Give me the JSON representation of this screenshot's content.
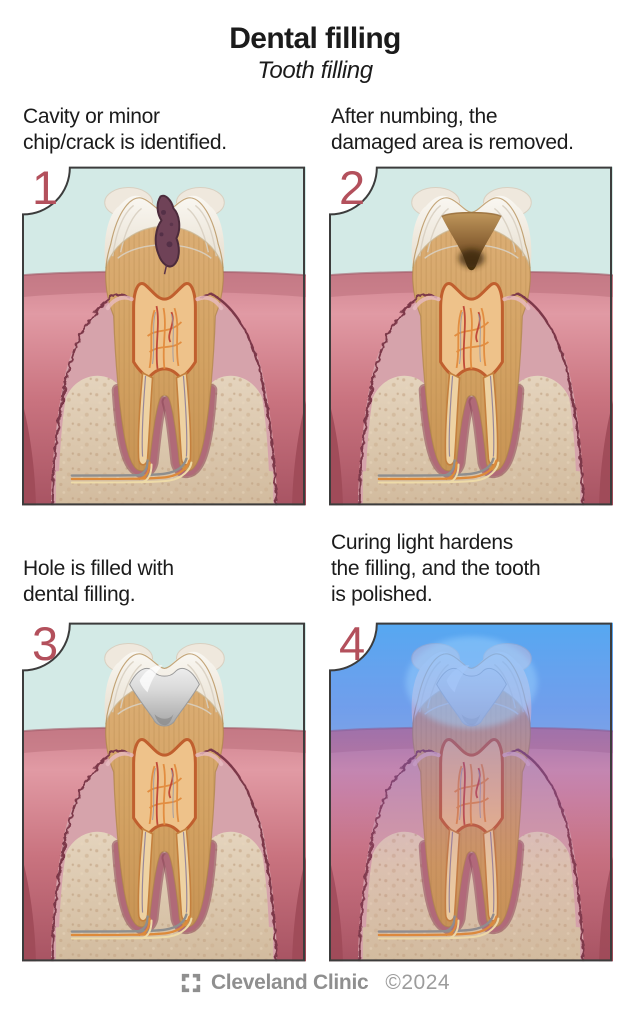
{
  "header": {
    "title": "Dental filling",
    "subtitle": "Tooth filling"
  },
  "panels": [
    {
      "number": "1",
      "caption_lines": [
        "Cavity or minor",
        "chip/crack is identified."
      ]
    },
    {
      "number": "2",
      "caption_lines": [
        "After numbing, the",
        "damaged area is removed."
      ]
    },
    {
      "number": "3",
      "caption_lines": [
        "Hole is filled with",
        "dental filling."
      ]
    },
    {
      "number": "4",
      "caption_lines": [
        "Curing light hardens",
        "the filling, and the tooth",
        "is polished."
      ]
    }
  ],
  "footer": {
    "brand": "Cleveland Clinic",
    "copyright": "©2024"
  },
  "colors": {
    "accent": "#b3505c",
    "text": "#1b1b1b",
    "sky-normal": "#d3eae6",
    "sky-light": "#7ecdf3",
    "footer-gray": "#8f8f8f",
    "panel-border": "#3c3c3c"
  }
}
